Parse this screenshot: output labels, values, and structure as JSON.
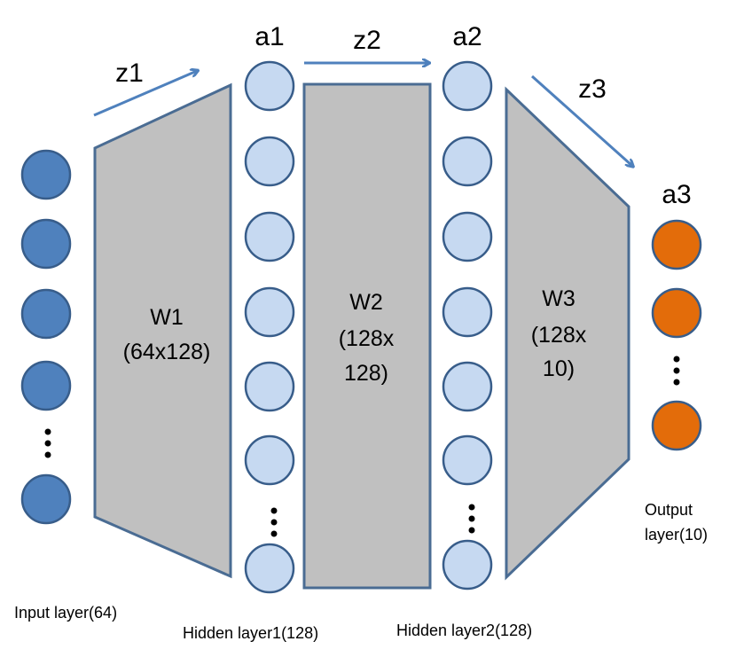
{
  "layers": {
    "input": {
      "label": "Input layer(64)"
    },
    "hidden1": {
      "label": "Hidden layer1(128)",
      "activation": "a1"
    },
    "hidden2": {
      "label": "Hidden layer2(128)",
      "activation": "a2"
    },
    "output": {
      "label_line1": "Output",
      "label_line2": "layer(10)",
      "activation": "a3"
    }
  },
  "weights": {
    "w1": {
      "line1": "W1",
      "line2": "(64x128)"
    },
    "w2": {
      "line1": "W2",
      "line2": "(128x",
      "line3": "128)"
    },
    "w3": {
      "line1": "W3",
      "line2": "(128x",
      "line3": "10)"
    }
  },
  "edges": {
    "z1": "z1",
    "z2": "z2",
    "z3": "z3"
  },
  "colors": {
    "input_node": "#4f81bd",
    "hidden_node": "#c6d9f1",
    "output_node": "#e36c0a",
    "weight_block": "#c0c0c0",
    "arrow": "#4f81bd"
  }
}
